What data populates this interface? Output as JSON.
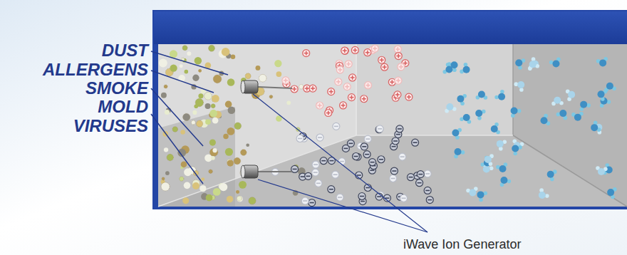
{
  "diagram": {
    "labels": [
      "DUST",
      "ALLERGENS",
      "SMOKE",
      "MOLD",
      "VIRUSES",
      "iWave Ion Generator"
    ]
  }
}
